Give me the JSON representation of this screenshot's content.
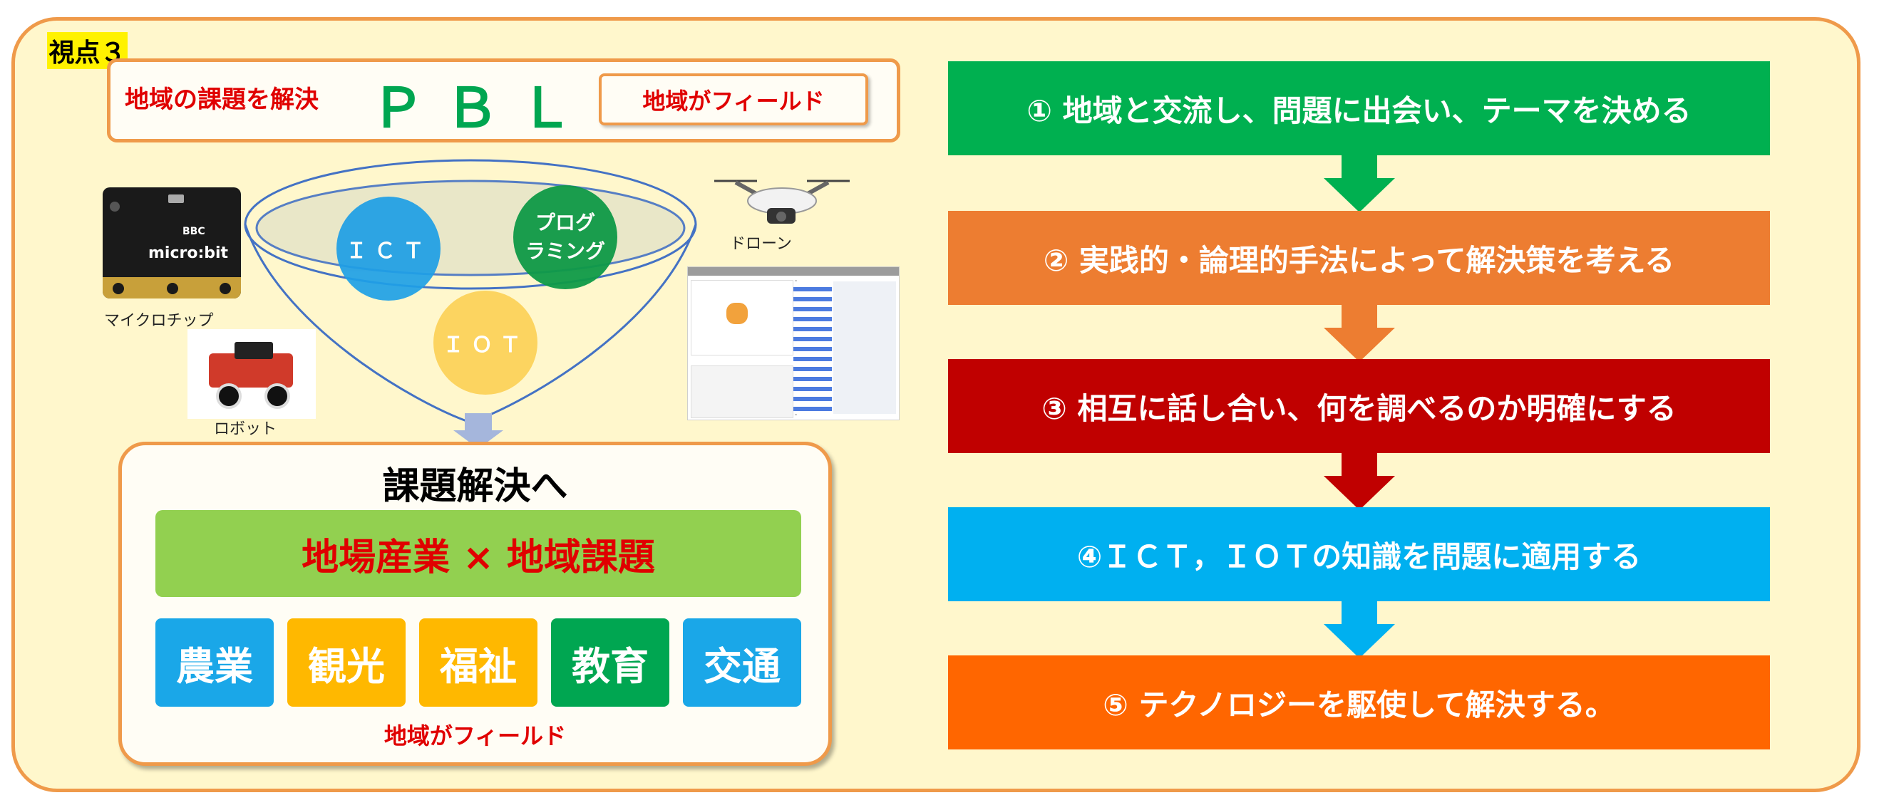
{
  "viewpoint_tag": "視点３",
  "banner": {
    "left_text": "地域の課題を解決",
    "pbl": "ＰＢＬ",
    "field_text": "地域がフィールド"
  },
  "funnel": {
    "circles": [
      {
        "label": "ＩＣＴ",
        "color": "#1e9fe6"
      },
      {
        "label": "プログ\nラミング",
        "color": "#0f9a47"
      },
      {
        "label": "ＩＯＴ",
        "color": "#fcd460"
      }
    ]
  },
  "devices": {
    "microchip_label": "マイクロチップ",
    "robot_label": "ロボット",
    "drone_label": "ドローン",
    "microbit_text": "micro:bit",
    "bbc_text": "BBC"
  },
  "bottom": {
    "title": "課題解決へ",
    "main_bar": "地場産業 × 地域課題",
    "tiles": [
      {
        "label": "農業",
        "color": "#1aa7e8"
      },
      {
        "label": "観光",
        "color": "#ffb800"
      },
      {
        "label": "福祉",
        "color": "#ffb800"
      },
      {
        "label": "教育",
        "color": "#00a651"
      },
      {
        "label": "交通",
        "color": "#1aa7e8"
      }
    ],
    "field_text": "地域がフィールド"
  },
  "steps": [
    {
      "label": "① 地域と交流し、問題に出会い、テーマを決める",
      "color": "#00b050"
    },
    {
      "label": "② 実践的・論理的手法によって解決策を考える",
      "color": "#ed7d31"
    },
    {
      "label": "③ 相互に話し合い、何を調べるのか明確にする",
      "color": "#c00000"
    },
    {
      "label": "④ＩＣＴ，ＩＯＴの知識を問題に適用する",
      "color": "#00b0f0"
    },
    {
      "label": "⑤ テクノロジーを駆使して解決する。",
      "color": "#ff6600"
    }
  ],
  "colors": {
    "background": "#fff7cc",
    "frame_border": "#ef9a4a",
    "accent_red": "#e00000",
    "accent_green": "#00a651"
  }
}
